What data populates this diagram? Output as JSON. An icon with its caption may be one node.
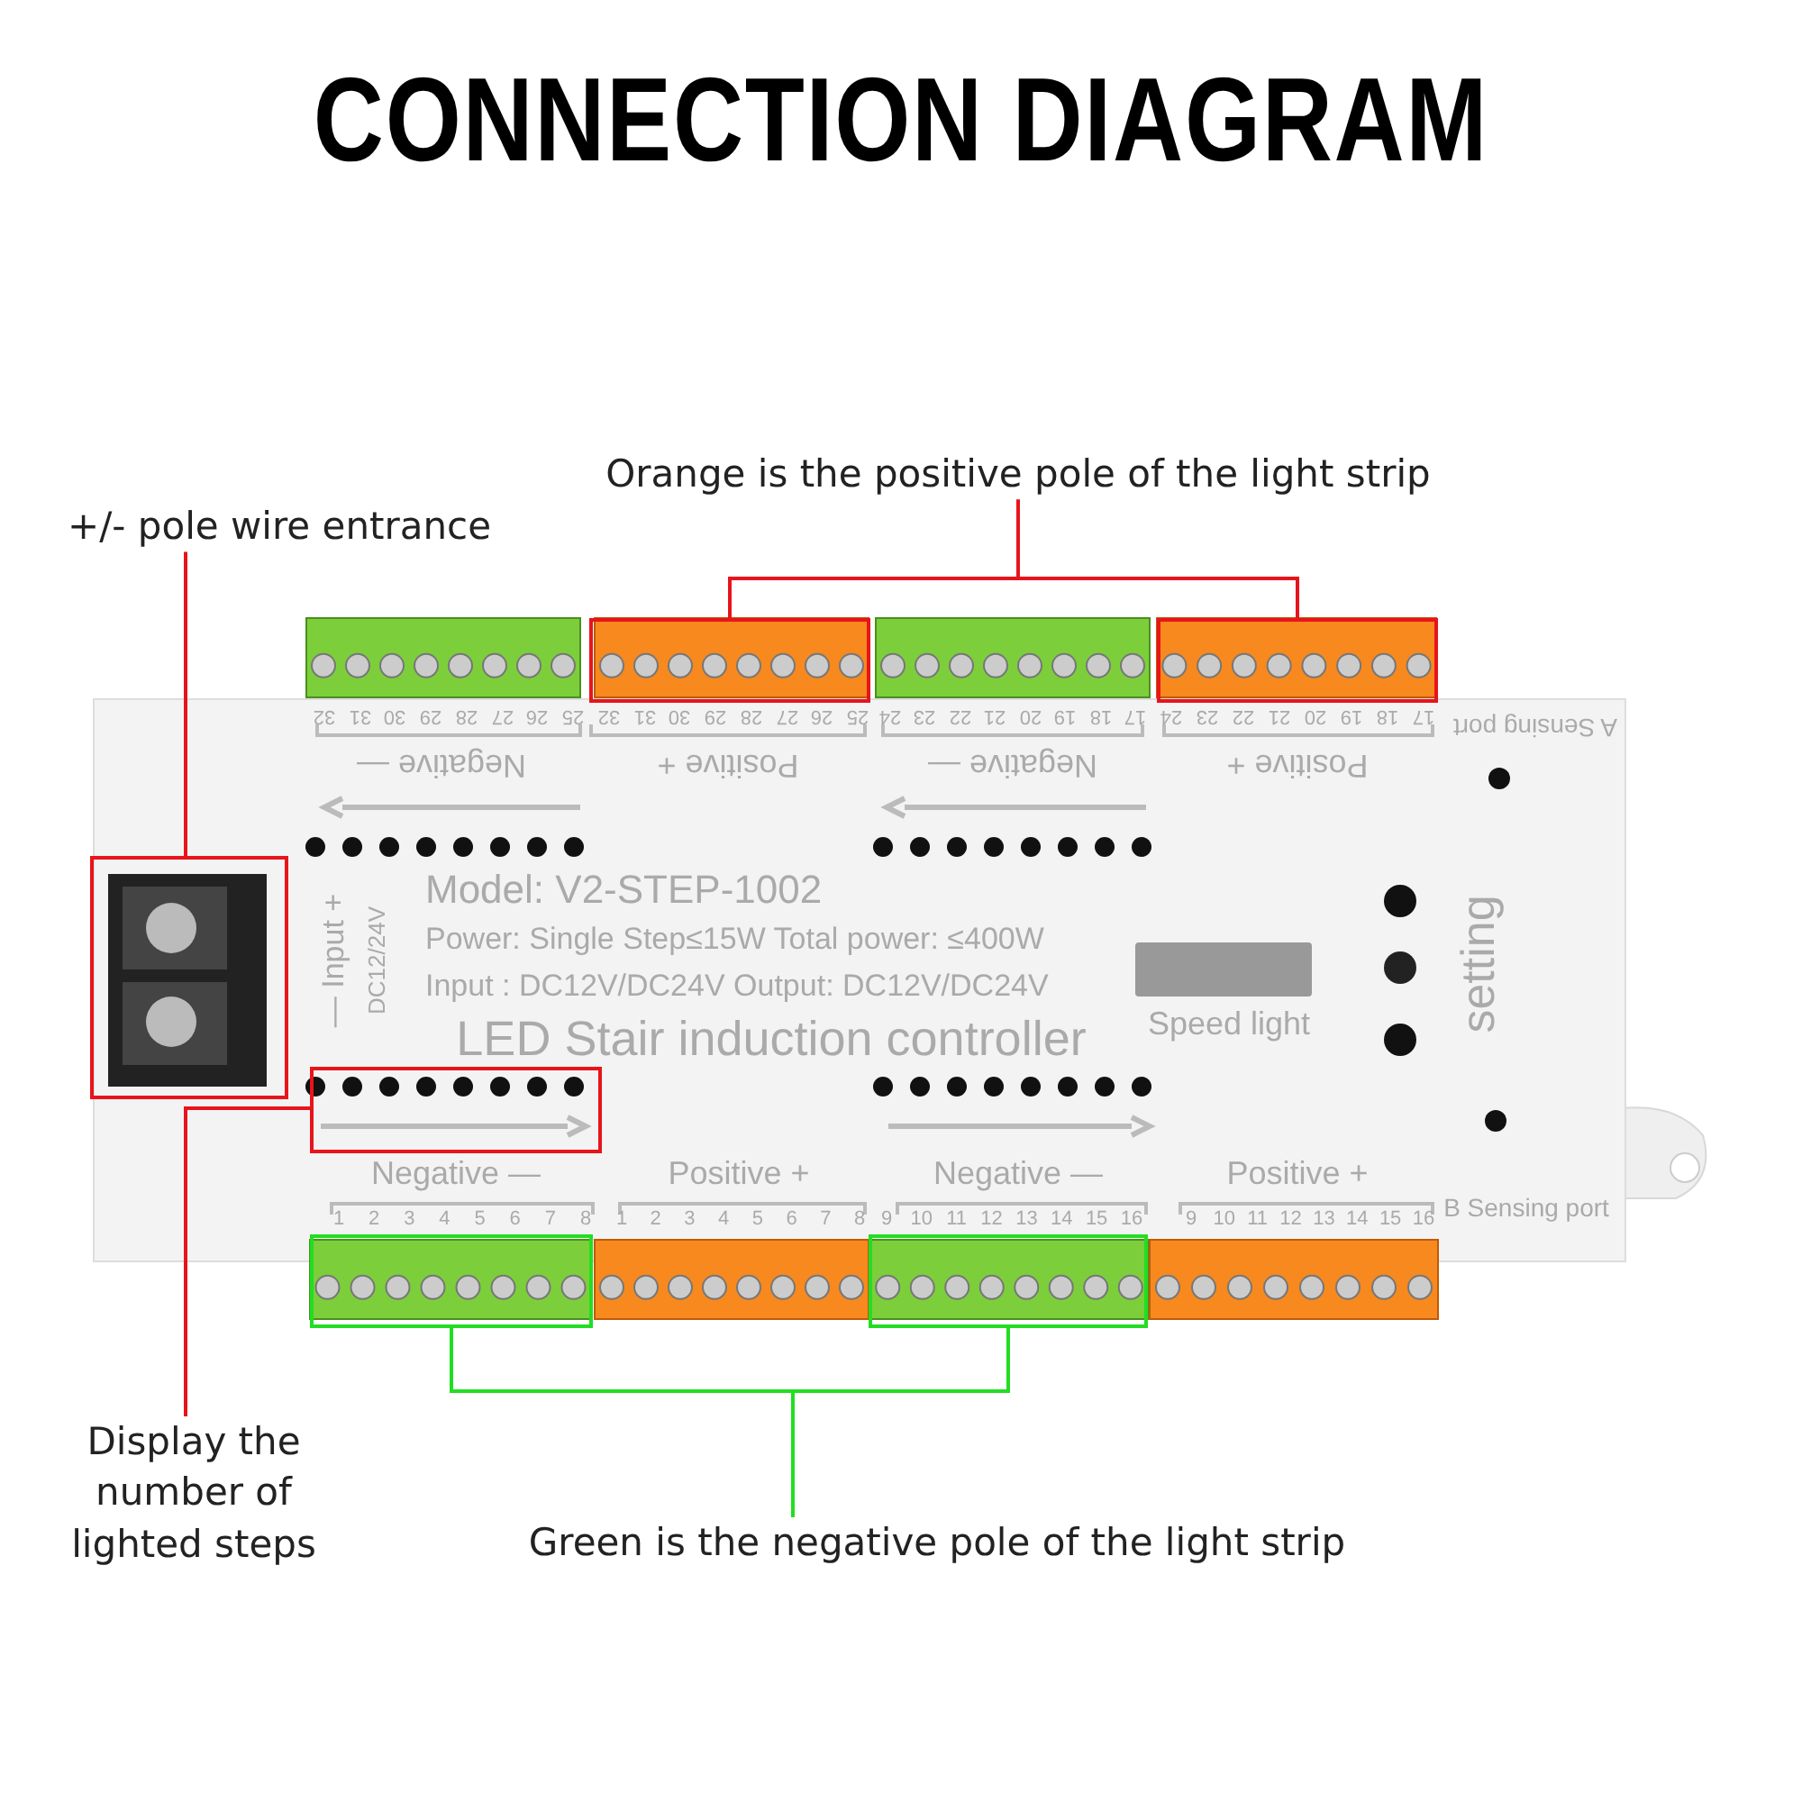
{
  "diagram": {
    "title": "CONNECTION DIAGRAM",
    "nodes": [
      {
        "text": [
          "+/- pole wire entrance"
        ]
      },
      {
        "text": [],
        "shape": "box"
      },
      {
        "text": [
          "Orange is the positive pole of the light strip"
        ]
      },
      {
        "text": [],
        "shape": "box"
      },
      {
        "text": [],
        "shape": "box"
      },
      {
        "text": [
          "Display the number of lighted steps"
        ]
      },
      {
        "text": [],
        "shape": "box"
      },
      {
        "text": [
          "Green is the negative pole of the light strip"
        ]
      },
      {
        "text": [],
        "shape": "box"
      },
      {
        "text": [],
        "shape": "box"
      }
    ],
    "edges": [
      {
        "from": 0,
        "to": 1,
        "arrow": "none",
        "color": "#e8141b"
      },
      {
        "from": 2,
        "to": 3,
        "arrow": "none",
        "color": "#e8141b"
      },
      {
        "from": 2,
        "to": 4,
        "arrow": "none",
        "color": "#e8141b"
      },
      {
        "from": 5,
        "to": 6,
        "arrow": "none",
        "color": "#e8141b"
      },
      {
        "from": 7,
        "to": 8,
        "arrow": "none",
        "color": "#22dd22"
      },
      {
        "from": 7,
        "to": 9,
        "arrow": "none",
        "color": "#22dd22"
      }
    ],
    "labels": [
      "32",
      "31",
      "30",
      "29",
      "28",
      "27",
      "26",
      "25",
      "32",
      "31",
      "30",
      "29",
      "28",
      "27",
      "26",
      "25",
      "24",
      "23",
      "22",
      "21",
      "20",
      "19",
      "18",
      "17",
      "24",
      "23",
      "22",
      "21",
      "20",
      "19",
      "18",
      "17",
      "A Sensing port",
      "Negative —",
      "Positive +",
      "Negative —",
      "Positive +",
      "— Input +",
      "DC12/24V",
      "Model: V2-STEP-1002",
      "Power: Single Step≤15W Total power: ≤400W",
      "Input : DC12V/DC24V Output: DC12V/DC24V",
      "LED Stair induction controller",
      "Speed light",
      "setting",
      "Negative —",
      "Positive +",
      "Negative —",
      "Positive +",
      "1",
      "2",
      "3",
      "4",
      "5",
      "6",
      "7",
      "8",
      "1",
      "2",
      "3",
      "4",
      "5",
      "6",
      "7",
      "8",
      "9",
      "10",
      "11",
      "12",
      "13",
      "14",
      "15",
      "16",
      "9",
      "10",
      "11",
      "12",
      "13",
      "14",
      "15",
      "16",
      "B Sensing port"
    ]
  }
}
